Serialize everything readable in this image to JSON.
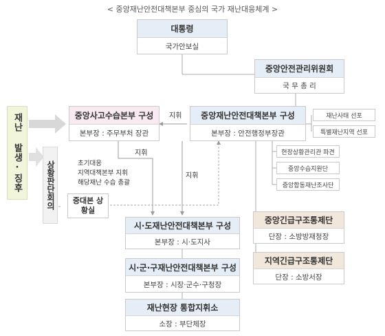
{
  "title": "< 중앙재난안전대책본부 중심의 국가 재난대응체계 >",
  "president": {
    "head": "대통령",
    "body": "국가안보실"
  },
  "central_committee": {
    "head": "중앙안전관리위원회",
    "body": "국 무 총 리"
  },
  "cscdh": {
    "head": "중앙사고수습본부 구성",
    "body": "본부장 : 주무부처 장관"
  },
  "cdsch": {
    "head": "중앙재난안전대책본부 구성",
    "body": "본부장 : 안전행정부장관"
  },
  "right_small": [
    "재난사태 선포",
    "특별재난지역 선포"
  ],
  "sub_small": [
    "현장상황관리관 파견",
    "중앙수습지원단",
    "중앙합동재난조사단"
  ],
  "trigger": {
    "text": "재난 발생·징후"
  },
  "situation": {
    "text": "상황판단회의"
  },
  "initial_note": [
    "초기대응",
    "지역대책본부 지휘",
    "해당재난 수습 총괄"
  ],
  "central_hq": {
    "text": "중대본 상황실"
  },
  "edge_labels": {
    "command1": "지휘",
    "command2": "지휘",
    "command3": "지휘"
  },
  "provincial": {
    "head": "시·도재난안전대책본부 구성",
    "body": "본부장 : 시·도지사"
  },
  "local": {
    "head": "시·군·구재난안전대책본부 구성",
    "body": "본부장 : 시장·군수·구청장"
  },
  "site_command": {
    "head": "재난현장 통합지휘소",
    "body": "소장 : 부단체장"
  },
  "central_rescue": {
    "head": "중앙긴급구조통제단",
    "body": "단장 : 소방방재청장"
  },
  "regional_rescue": {
    "head": "지역긴급구조통제단",
    "body": "단장 : 소방서장"
  }
}
